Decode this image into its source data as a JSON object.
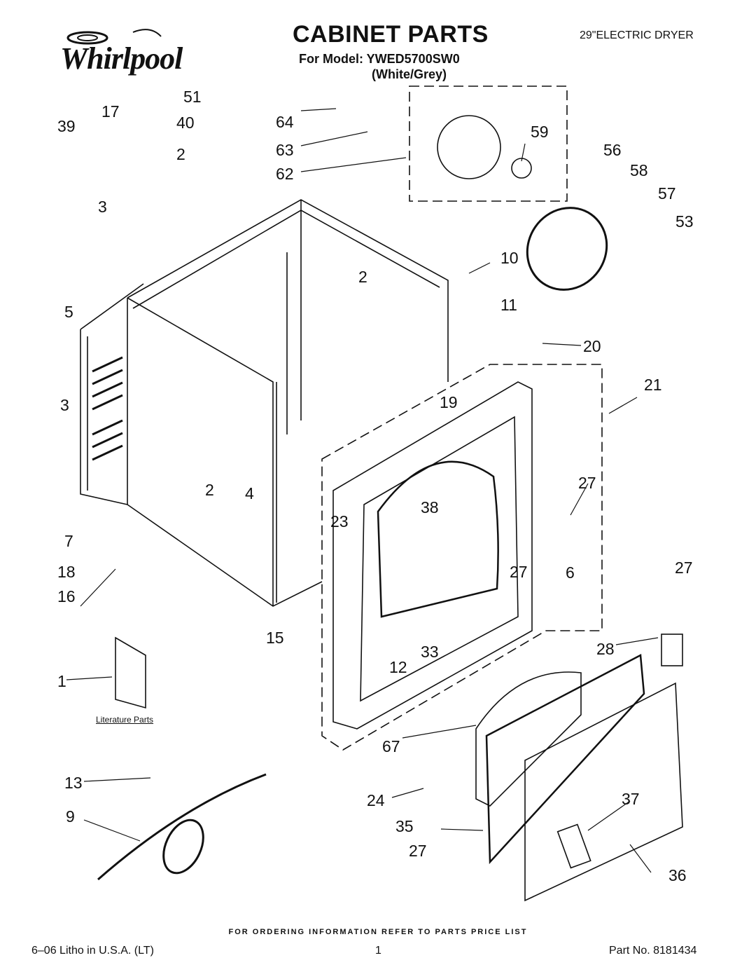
{
  "header": {
    "brand": "Whirlpool",
    "title": "CABINET PARTS",
    "subtitle": "29\"ELECTRIC DRYER",
    "model_label": "For Model: YWED5700SW0",
    "model_color": "(White/Grey)"
  },
  "literature_label": "Literature Parts",
  "callouts": [
    "51",
    "17",
    "39",
    "40",
    "64",
    "2",
    "63",
    "62",
    "59",
    "56",
    "58",
    "57",
    "53",
    "3",
    "10",
    "2",
    "11",
    "5",
    "20",
    "21",
    "3",
    "19",
    "27",
    "2",
    "4",
    "38",
    "23",
    "7",
    "6",
    "18",
    "27",
    "27",
    "16",
    "15",
    "33",
    "28",
    "12",
    "1",
    "67",
    "13",
    "37",
    "24",
    "9",
    "35",
    "27",
    "36"
  ],
  "footer": {
    "order_note": "FOR ORDERING INFORMATION REFER TO PARTS PRICE LIST",
    "litho": "6–06 Litho in U.S.A. (LT)",
    "page": "1",
    "part_no": "Part No. 8181434"
  }
}
